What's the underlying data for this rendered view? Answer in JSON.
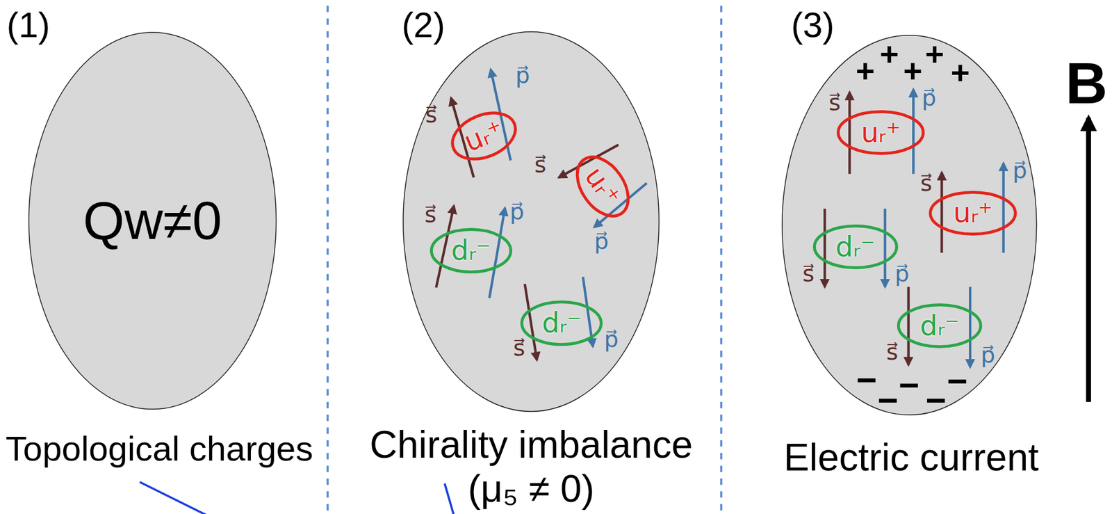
{
  "diagram": {
    "nodes": [
      {
        "text": [
          "Qw≠0",
          "Topological charges"
        ]
      },
      {
        "text": [
          "Chirality imbalance (μ₅ ≠ 0)"
        ]
      },
      {
        "text": [
          "uᵣ⁺"
        ],
        "in": 1
      },
      {
        "text": [
          "uᵣ⁺"
        ],
        "in": 1
      },
      {
        "text": [
          "dᵣ⁻"
        ],
        "in": 1
      },
      {
        "text": [
          "dᵣ⁻"
        ],
        "in": 1
      },
      {
        "text": [
          "Electric current"
        ]
      },
      {
        "text": [
          "uᵣ⁺"
        ],
        "in": 6
      },
      {
        "text": [
          "uᵣ⁺"
        ],
        "in": 6
      },
      {
        "text": [
          "dᵣ⁻"
        ],
        "in": 6
      },
      {
        "text": [
          "dᵣ⁻"
        ],
        "in": 6
      }
    ],
    "labels": [
      "(1)",
      "(2)",
      "(3)",
      "s⃗",
      "p⃗",
      "s⃗",
      "p⃗",
      "s⃗",
      "p⃗",
      "s⃗",
      "p⃗",
      "s⃗",
      "p⃗",
      "s⃗",
      "p⃗",
      "s⃗",
      "p⃗",
      "s⃗",
      "p⃗",
      "+",
      "+",
      "+",
      "+",
      "+",
      "−",
      "−",
      "−",
      "−",
      "−",
      "B"
    ]
  }
}
